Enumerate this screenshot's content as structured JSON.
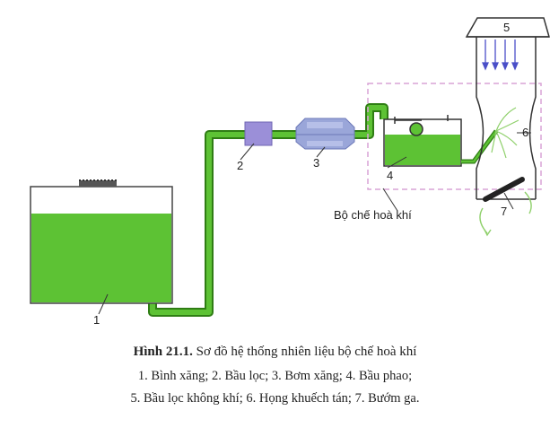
{
  "diagram": {
    "labels": {
      "n1": "1",
      "n2": "2",
      "n3": "3",
      "n4": "4",
      "n5": "5",
      "n6": "6",
      "n7": "7",
      "carburetor": "Bộ chế hoà khí"
    }
  },
  "caption": {
    "figure_label": "Hình 21.1.",
    "title": "Sơ đồ hệ thống nhiên liệu bộ chế hoà khí",
    "line2": "1. Bình xăng; 2. Bầu lọc; 3. Bơm xăng; 4. Bầu phao;",
    "line3": "5. Bầu lọc không khí; 6. Họng khuếch tán; 7. Bướm ga."
  },
  "colors": {
    "fuel": "#5dc234",
    "pipe": "#3e9d1e",
    "filter": "#9b8fd8",
    "pump": "#9aa6d9",
    "dash": "#d9a3d6",
    "arrow": "#4a4fc8"
  }
}
